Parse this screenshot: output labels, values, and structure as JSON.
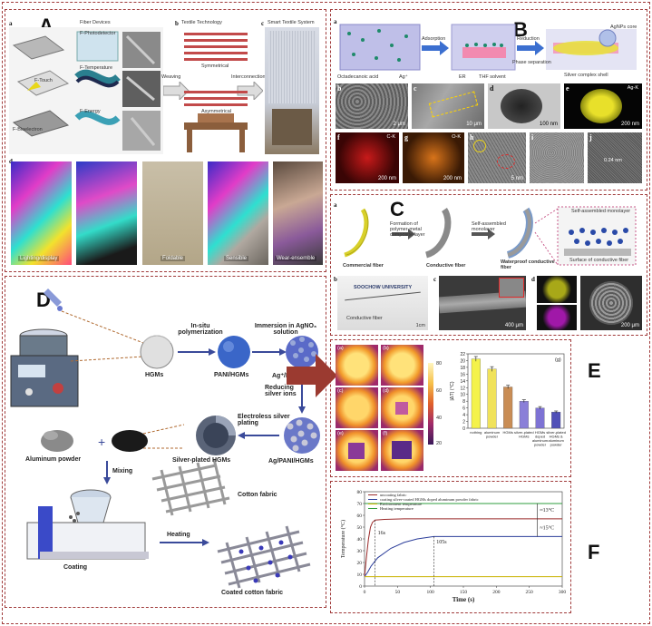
{
  "panels": {
    "A": {
      "letter": "A",
      "sub_a": "a",
      "sub_b": "b",
      "sub_c": "c",
      "sub_d": "d",
      "fiber_devices": "Fiber Devices",
      "textile_technology": "Textile Technology",
      "smart_textile_system": "Smart Textile System",
      "weaving": "Weaving",
      "interconnection": "Interconnection",
      "symmetrical": "Symmetrical",
      "asymmetrical": "Asymmetrical",
      "photo_labels": [
        "Lighting/display",
        "",
        "Foldable",
        "Sensible",
        "Wear-ensemble"
      ],
      "device_labels": [
        "F-Photodetector",
        "F-Temperature",
        "F-Energy",
        "F-Bioelectron",
        "F-Touch"
      ]
    },
    "B": {
      "letter": "B",
      "sub_a": "a",
      "octadecanoic": "Octadecanoic acid",
      "ag_plus": "Ag⁺",
      "er": "ER",
      "thf": "THF solvent",
      "adsorption": "Adsorption",
      "reduction": "Reduction",
      "phase_sep": "Phase separation",
      "silver_shell": "Silver complex shell",
      "agnps_core": "AgNPs core",
      "sem_labels": [
        "b",
        "c",
        "d",
        "e"
      ],
      "sem_scales": [
        "2 μm",
        "10 μm",
        "100 nm",
        "200 nm"
      ],
      "ag_k": "Ag-K",
      "map_labels": [
        "f",
        "g",
        "h",
        "i",
        "j"
      ],
      "c_k": "C-K",
      "o_k": "O-K",
      "map_scales": [
        "200 nm",
        "200 nm",
        "5 nm",
        "",
        "0.24 nm"
      ]
    },
    "C": {
      "letter": "C",
      "sub_a": "a",
      "sub_b": "b",
      "sub_c": "c",
      "sub_d": "d",
      "formation": "Formation of polymer-metal composite layer",
      "self_assembled": "Self-assembled monolayer",
      "commercial_fiber": "Commercial fiber",
      "conductive_fiber": "Conductive fiber",
      "waterproof": "Waterproof conductive fiber",
      "self_assembled_mono": "Self-assembled monolayer",
      "surface": "Surface of conductive fiber",
      "university": "SOOCHOW UNIVERSITY",
      "conductive_fiber_label": "Conductive fiber",
      "scale_b": "1cm",
      "scale_c": "400 μm",
      "scale_d": "200 μm"
    },
    "D": {
      "letter": "D",
      "in_situ": "In-situ polymerization",
      "immersion": "Immersion in AgNO₃ solution",
      "reducing": "Reducing silver ions",
      "electroless": "Electroless silver plating",
      "hgms": "HGMs",
      "pani_hgms": "PANI/HGMs",
      "ag_pani_hgms": "Ag⁺/PANI/HGMs",
      "ag_pani_hgms2": "Ag/PANI/HGMs",
      "silver_plated": "Silver-plated HGMs",
      "aluminum_powder": "Aluminum powder",
      "mixing": "Mixing",
      "cotton_fabric": "Cotton fabric",
      "heating": "Heating",
      "coating": "Coating",
      "coated_cotton": "Coated cotton fabric",
      "plus": "+"
    },
    "E": {
      "letter": "E",
      "thermo_labels": [
        "(a)",
        "(b)",
        "(c)",
        "(d)",
        "(e)",
        "(f)"
      ],
      "colorbar_ticks": [
        "80",
        "60",
        "40",
        "20"
      ],
      "panel_g": "(g)",
      "chart_data": {
        "type": "bar",
        "categories": [
          "nothing",
          "aluminum powder",
          "HGMs",
          "silver-plated HGMs",
          "HGMs doped aluminum powder",
          "silver-plated HGMs & aluminum powder"
        ],
        "values": [
          20.5,
          17.5,
          12.2,
          8.0,
          6.0,
          4.8
        ],
        "errors": [
          0.7,
          0.7,
          0.5,
          0.4,
          0.4,
          0.3
        ],
        "colors": [
          "#f4f24a",
          "#f0e25a",
          "#c98d55",
          "#8a7fd8",
          "#7d72d4",
          "#5050b8"
        ],
        "ylabel": "|ΔT| (°C)",
        "ylim": [
          0,
          22
        ],
        "yticks": [
          0,
          2,
          4,
          6,
          8,
          10,
          12,
          14,
          16,
          18,
          20,
          22
        ]
      }
    },
    "F": {
      "letter": "F",
      "chart_data": {
        "type": "line",
        "xlabel": "Time (s)",
        "ylabel": "Temperature (°C)",
        "xlim": [
          0,
          300
        ],
        "ylim": [
          0,
          80
        ],
        "xticks": [
          0,
          50,
          100,
          150,
          200,
          250,
          300
        ],
        "yticks": [
          0,
          10,
          20,
          30,
          40,
          50,
          60,
          70,
          80
        ],
        "legend": [
          "uncoating fabric",
          "coating silver-coated HGMs doped aluminum powder fabric",
          "Environment temperature",
          "Heating temperature"
        ],
        "series": [
          {
            "name": "uncoating fabric",
            "color": "#9b2b2b",
            "x": [
              0,
              3,
              6,
              9,
              12,
              16,
              30,
              60,
              100,
              200,
              300
            ],
            "y": [
              8,
              25,
              40,
              50,
              54,
              56,
              56.5,
              57,
              57,
              57,
              57
            ]
          },
          {
            "name": "coating silver-coated HGMs doped aluminum powder fabric",
            "color": "#2d3f9b",
            "x": [
              0,
              5,
              10,
              20,
              40,
              60,
              80,
              105,
              150,
              200,
              300
            ],
            "y": [
              8,
              12,
              17,
              24,
              32,
              37,
              40,
              42,
              42,
              42,
              42
            ]
          },
          {
            "name": "Environment temperature",
            "color": "#c9b200",
            "x": [
              0,
              300
            ],
            "y": [
              8,
              8
            ]
          },
          {
            "name": "Heating temperature",
            "color": "#2e9d3d",
            "x": [
              0,
              300
            ],
            "y": [
              70,
              70
            ]
          }
        ],
        "annotations": [
          "16s",
          "105s",
          "≈13°C",
          "≈15°C"
        ]
      }
    }
  },
  "colors": {
    "dash_border": "#a03a3a",
    "arrow": "#9b3a30"
  }
}
